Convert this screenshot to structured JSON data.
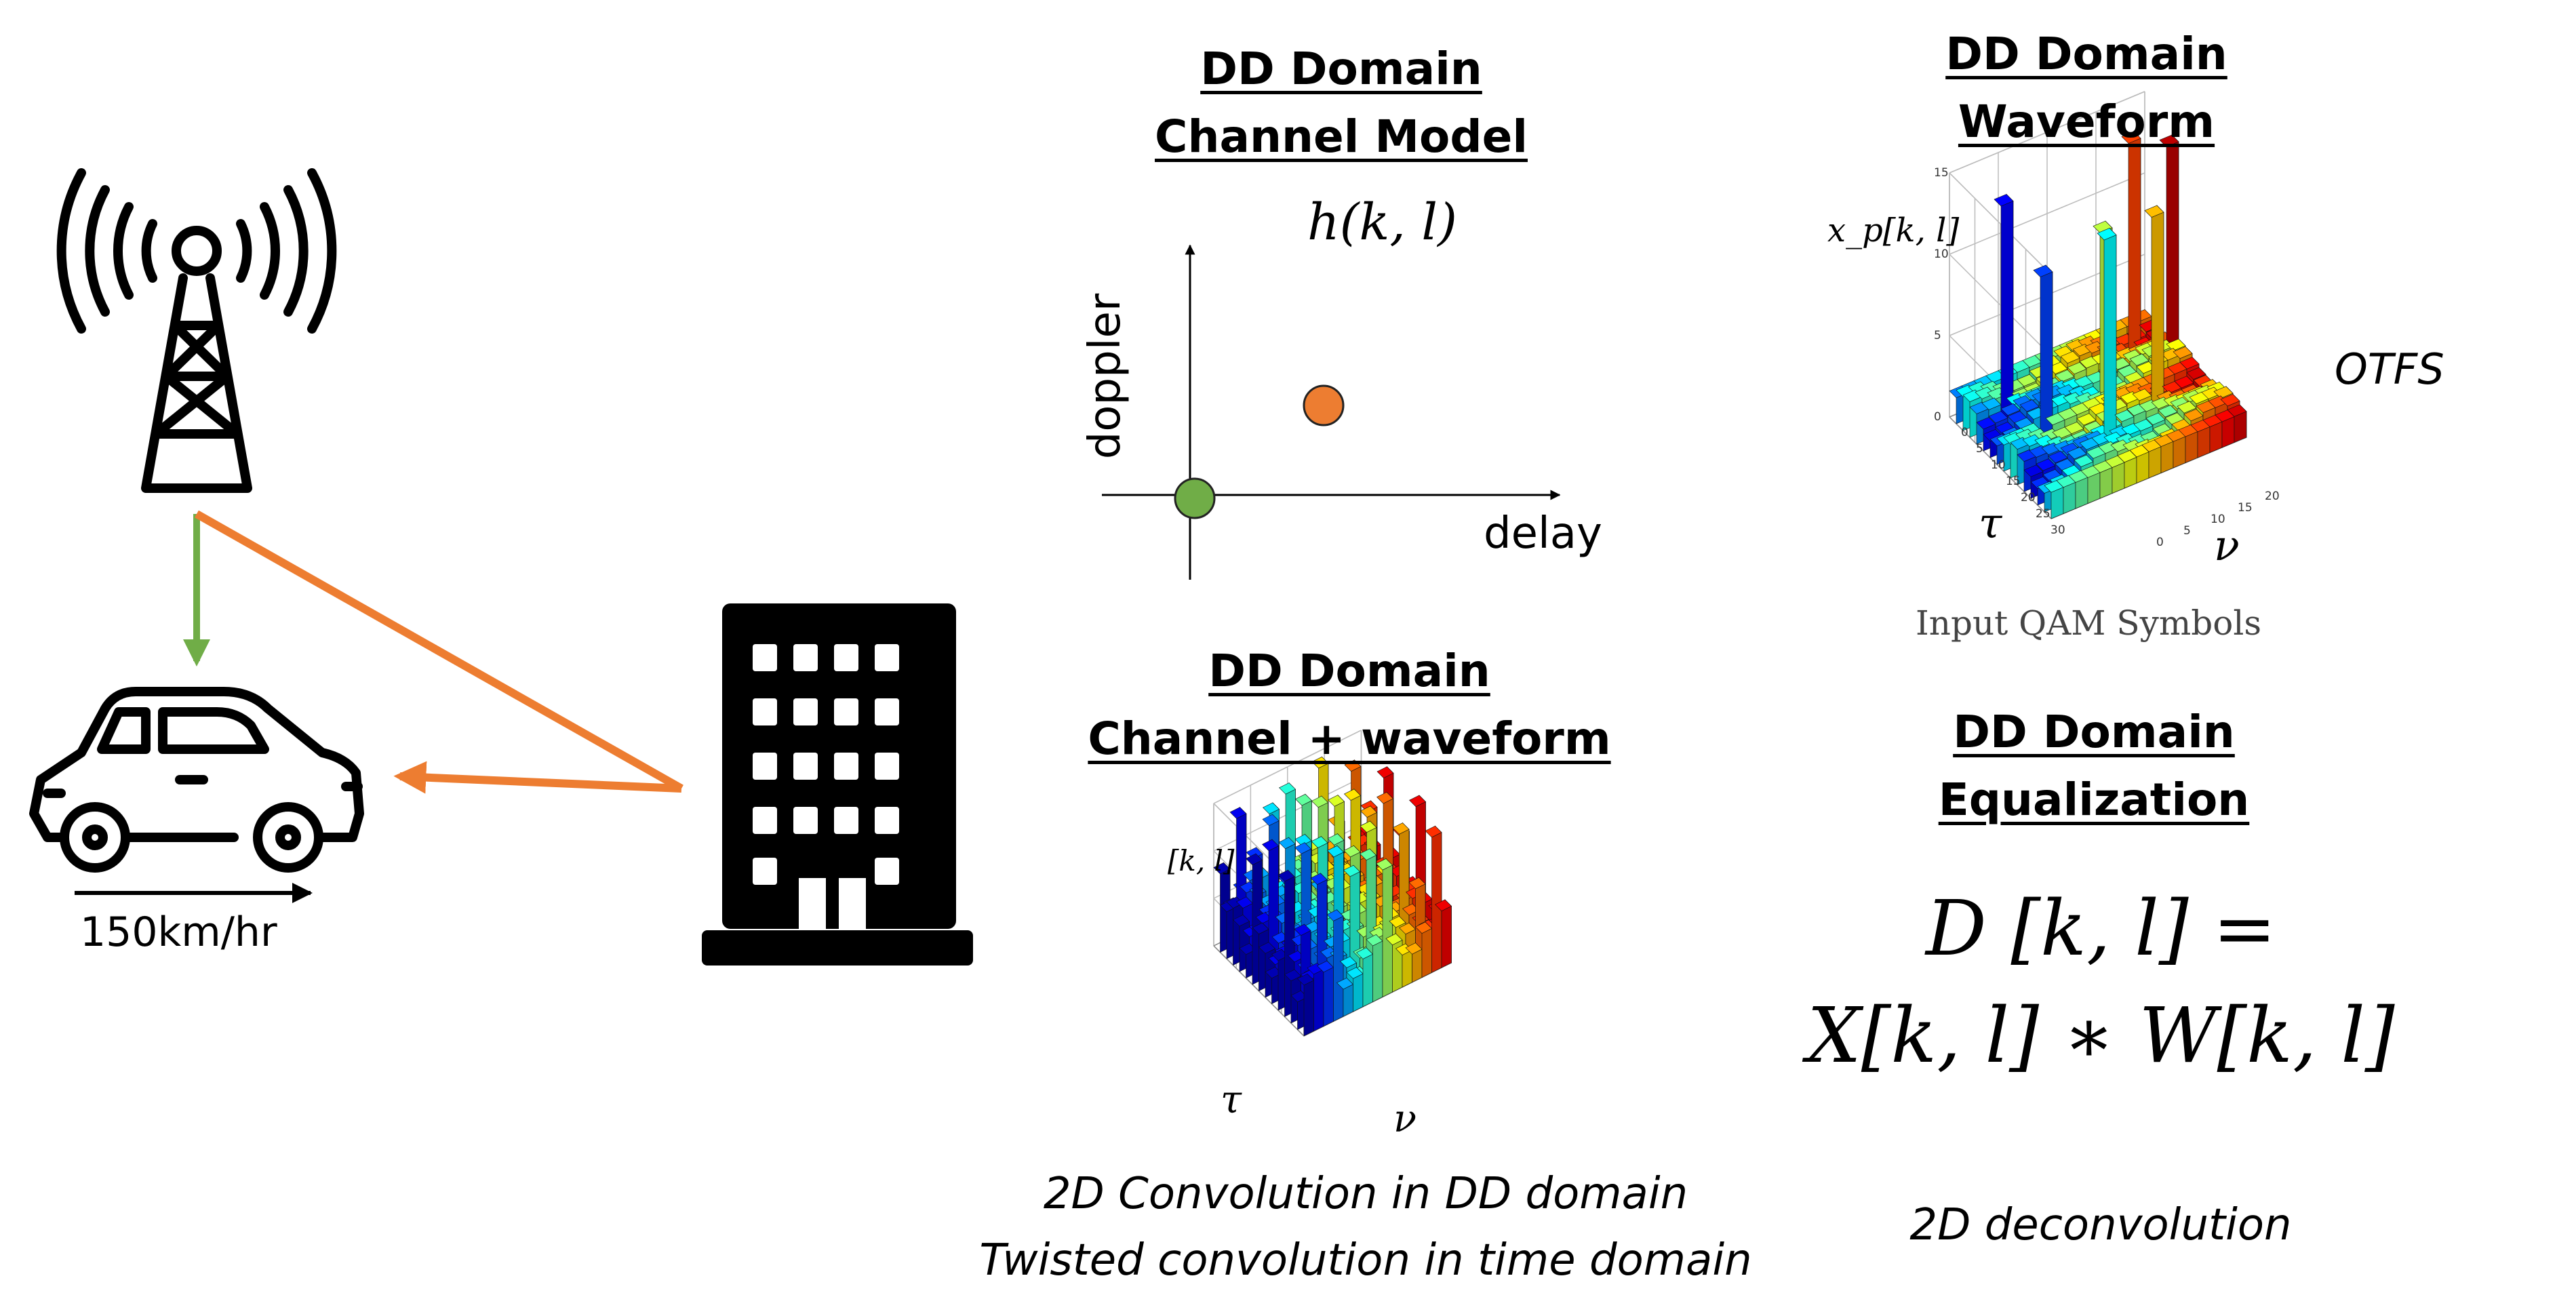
{
  "speed_label": "150km/hr",
  "colors": {
    "direct_path": "#70ad47",
    "reflected_path": "#ed7d31",
    "icon": "#000000"
  },
  "channel_model": {
    "title_line1": "DD Domain",
    "title_line2": "Channel Model",
    "formula": "h(k, l)",
    "y_axis_label": "doppler",
    "x_axis_label": "delay"
  },
  "waveform": {
    "title_line1": "DD Domain",
    "title_line2": "Waveform",
    "z_label": "x_p[k, l]",
    "axis_tau": "τ",
    "axis_nu": "ν",
    "caption": "Input QAM Symbols",
    "side_label": "OTFS",
    "z_ticks": [
      "0",
      "5",
      "10",
      "15"
    ],
    "tau_ticks": [
      "0",
      "5",
      "10",
      "15",
      "20",
      "25",
      "30"
    ],
    "nu_ticks": [
      "0",
      "5",
      "10",
      "15",
      "20"
    ]
  },
  "channel_waveform": {
    "title_line1": "DD Domain",
    "title_line2": "Channel + waveform",
    "z_label": "[k, l]",
    "axis_tau": "τ",
    "axis_nu": "ν",
    "caption_line1": "2D Convolution in DD domain",
    "caption_line2": "Twisted convolution in time domain"
  },
  "equalization": {
    "title_line1": "DD Domain",
    "title_line2": "Equalization",
    "equation_line1": "D [k, l] =",
    "equation_line2": "X[k, l]  ∗ W[k, l]",
    "caption": "2D deconvolution"
  }
}
